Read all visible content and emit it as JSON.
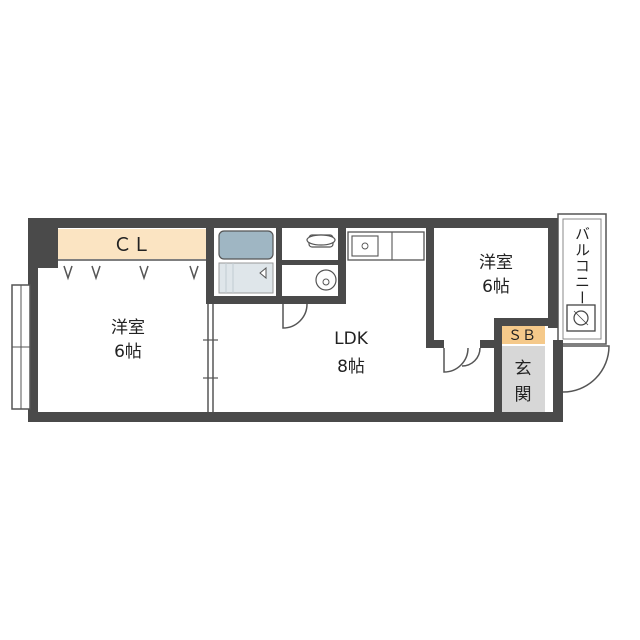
{
  "rooms": {
    "closet": {
      "label": "ＣＬ"
    },
    "western_left": {
      "label": "洋室",
      "size": "6帖"
    },
    "ldk": {
      "label": "LDK",
      "size": "8帖"
    },
    "western_right": {
      "label": "洋室",
      "size": "6帖"
    },
    "storage_box": {
      "label": "ＳＢ"
    },
    "entrance": {
      "label": "玄",
      "label2": "関"
    },
    "balcony": {
      "label": "バルコニー"
    }
  },
  "colors": {
    "wall": "#4a4a4a",
    "closet_fill": "#fbe4c2",
    "sb_fill": "#f5c98a",
    "entrance_fill": "#d7d7d7",
    "bath_fill": "#9fb6c3",
    "bath_floor": "#dfe6ea"
  }
}
